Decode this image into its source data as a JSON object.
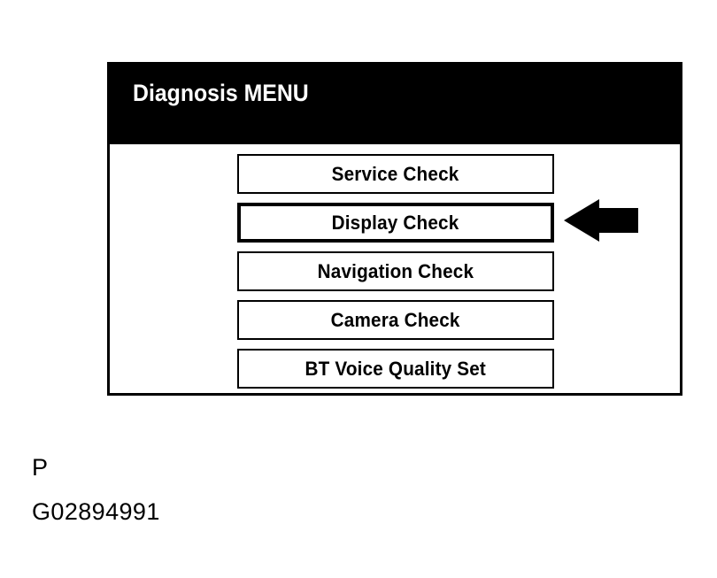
{
  "figure": {
    "screen": {
      "title": "Diagnosis MENU",
      "menu_items": [
        {
          "label": "Service Check",
          "selected": false
        },
        {
          "label": "Display Check",
          "selected": true
        },
        {
          "label": "Navigation Check",
          "selected": false
        },
        {
          "label": "Camera Check",
          "selected": false
        },
        {
          "label": "BT Voice Quality Set",
          "selected": false
        }
      ]
    },
    "annotation": {
      "arrow": "left-arrow",
      "points_at": "Display Check"
    },
    "caption": {
      "line1": "P",
      "line2": "G02894991"
    },
    "colors": {
      "title_bar_background": "#000000",
      "title_text": "#ffffff",
      "panel_background": "#ffffff",
      "border": "#000000",
      "arrow": "#000000"
    }
  }
}
